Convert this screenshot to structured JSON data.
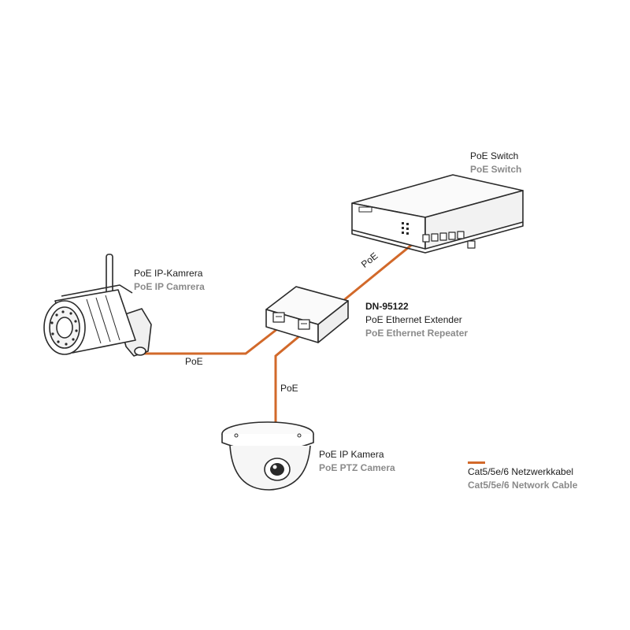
{
  "colors": {
    "cable": "#d2692a",
    "outline": "#2a2a2a",
    "label_primary": "#1c1c1c",
    "label_secondary": "#8a8a8a"
  },
  "switch": {
    "label_de": "PoE Switch",
    "label_en": "PoE Switch"
  },
  "extender": {
    "model": "DN-95122",
    "label_de": "PoE Ethernet Extender",
    "label_en": "PoE Ethernet Repeater"
  },
  "ip_camera": {
    "label_de": "PoE IP-Kamrera",
    "label_en": "PoE IP Camrera"
  },
  "ptz_camera": {
    "label_de": "PoE IP Kamera",
    "label_en": "PoE PTZ Camera"
  },
  "cables": {
    "switch_to_extender": "PoE",
    "extender_to_ip_camera": "PoE",
    "extender_to_ptz_camera": "PoE"
  },
  "legend": {
    "label_de": "Cat5/5e/6 Netzwerkkabel",
    "label_en": "Cat5/5e/6 Network Cable"
  }
}
